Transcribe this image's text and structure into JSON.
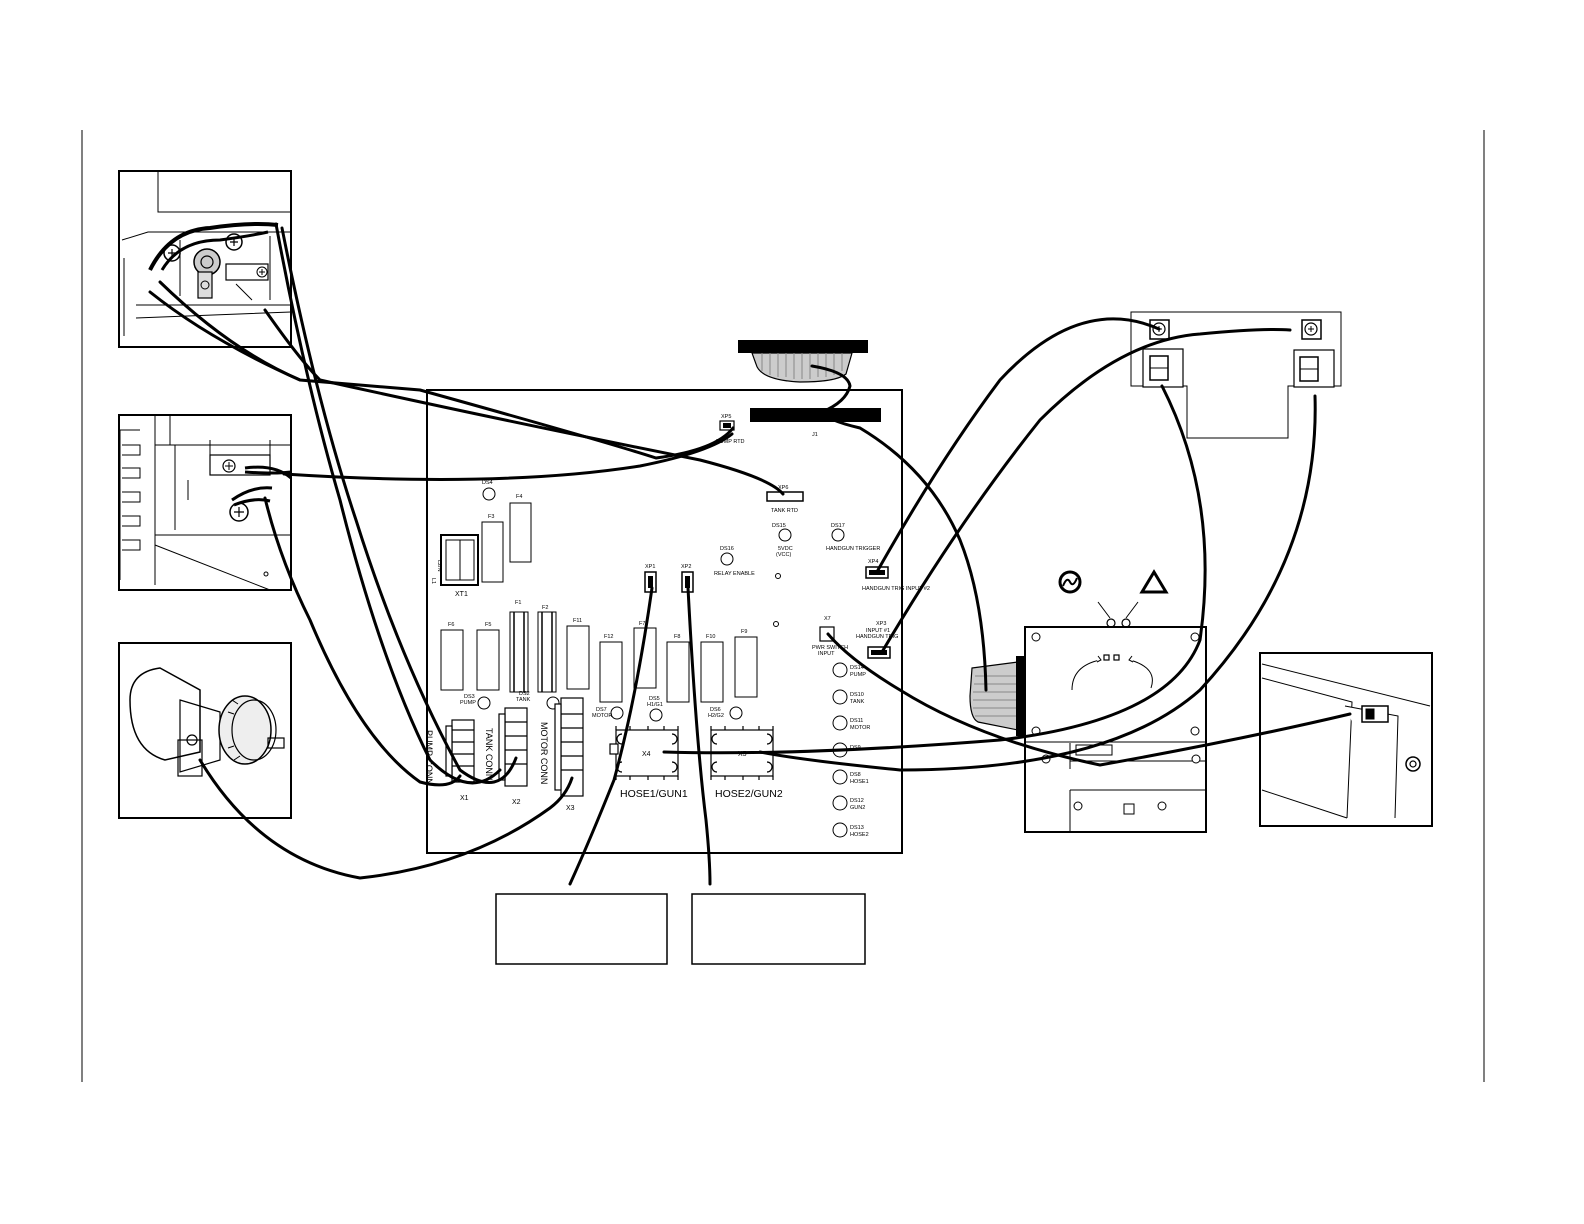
{
  "board": {
    "xp5": "XP5",
    "pump_rtd": "PUMP RTD",
    "xp6": "XP6",
    "tank_rtd": "TANK RTD",
    "j1": "J1",
    "ds4": "DS4",
    "f4": "F4",
    "f3": "F3",
    "l2n": "L2/N",
    "l1": "L1",
    "xt1": "XT1",
    "xp1": "XP1",
    "xp2": "XP2",
    "ds16": "DS16",
    "relay_enable": "RELAY ENABLE",
    "ds15": "DS15",
    "v5dc": "5VDC",
    "vcc": "(VCC)",
    "ds17": "DS17",
    "handgun_trigger": "HANDGUN TRIGGER",
    "xp4": "XP4",
    "handgun_trig_input2": "HANDGUN TRIG INPUT #2",
    "x7": "X7",
    "pwr_switch": "PWR SWITCH",
    "input": "INPUT",
    "xp3": "XP3",
    "input1": "INPUT #1",
    "handgun_trig": "HANDGUN TRIG",
    "fuses": [
      "F6",
      "F5",
      "F1",
      "F2",
      "F11",
      "F12",
      "F7",
      "F8",
      "F10",
      "F9"
    ],
    "ds3": "DS3",
    "pump": "PUMP",
    "ds2": "DS2",
    "tank": "TANK",
    "ds7": "DS7",
    "motor": "MOTOR",
    "ds5": "DS5",
    "h1g1": "H1/G1",
    "ds6": "DS6",
    "h2g2": "H2/G2",
    "ds14": "DS14",
    "ds14_label": "PUMP",
    "ds10": "DS10",
    "ds10_label": "TANK",
    "ds11": "DS11",
    "ds11_label": "MOTOR",
    "ds9": "DS9",
    "ds8": "DS8",
    "ds8_label": "HOSE1",
    "ds12": "DS12",
    "ds12_label": "GUN2",
    "ds13": "DS13",
    "ds13_label": "HOSE2",
    "pump_conn": "PUMP CONN",
    "tank_conn": "TANK CONN",
    "motor_conn": "MOTOR CONN",
    "x1": "X1",
    "x2": "X2",
    "x3": "X3",
    "x4": "X4",
    "x5": "X5",
    "hose1_gun1": "HOSE1/GUN1",
    "hose2_gun2": "HOSE2/GUN2"
  }
}
